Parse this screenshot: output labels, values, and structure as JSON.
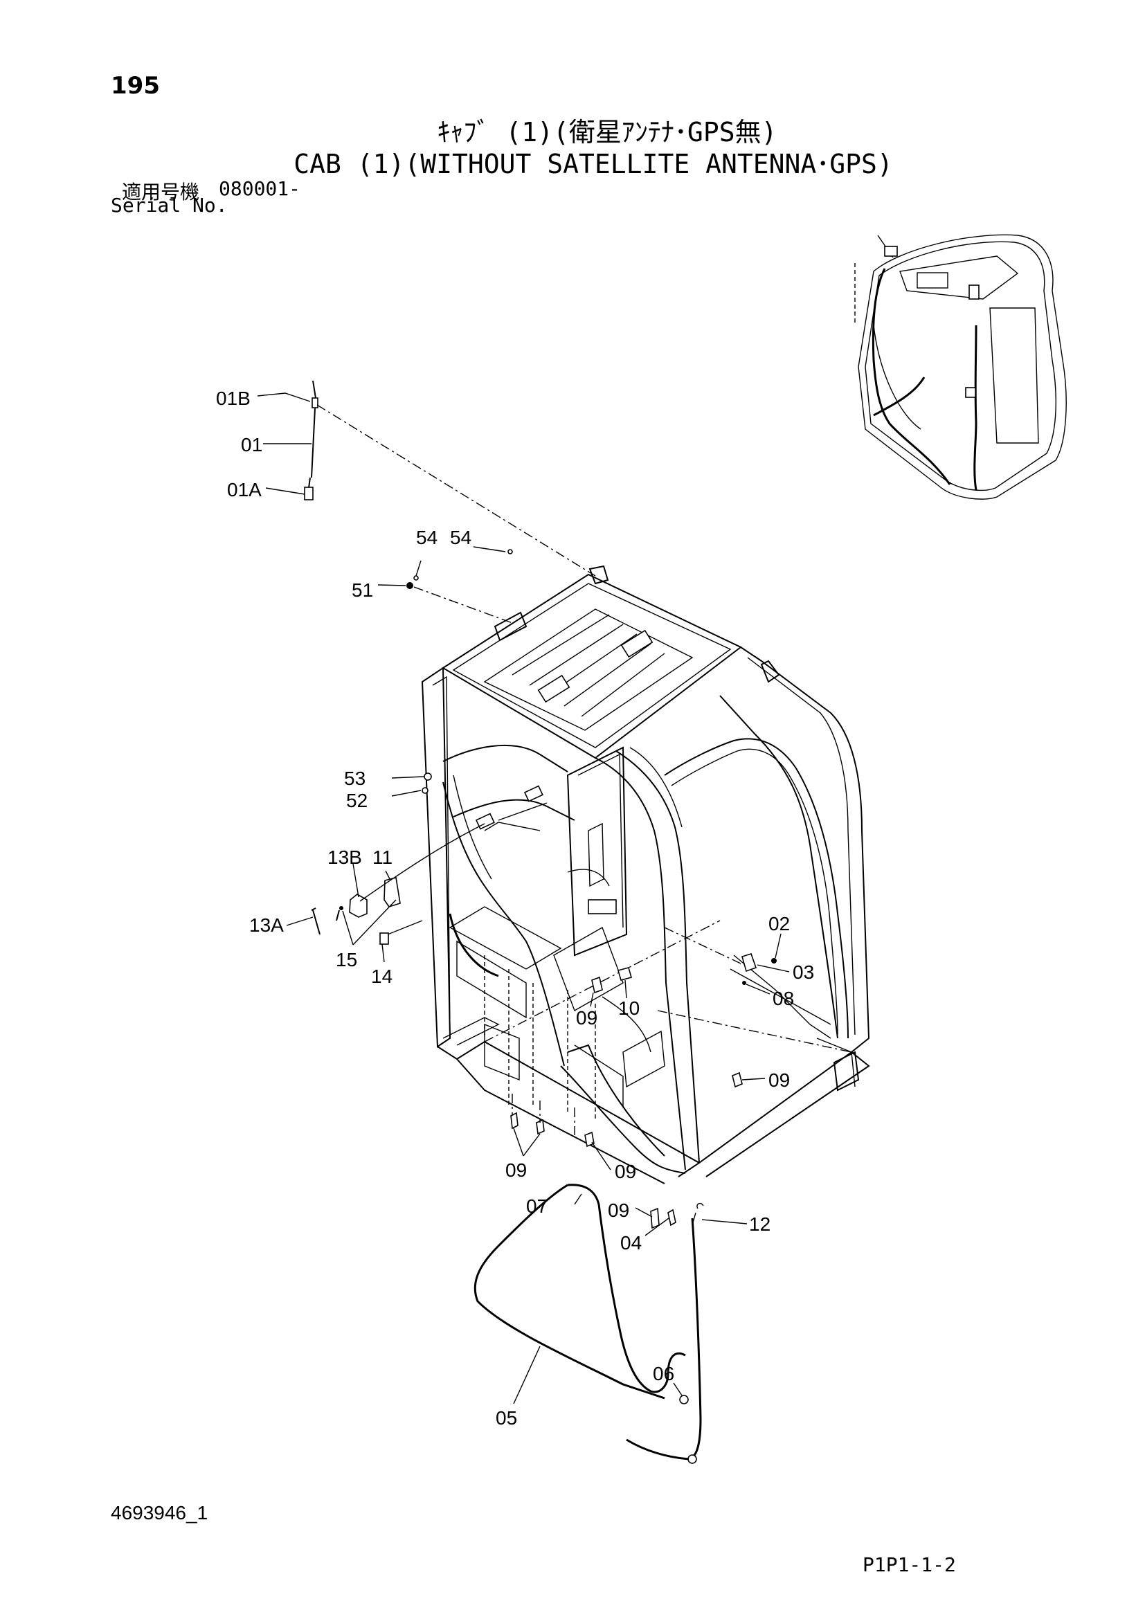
{
  "header": {
    "page_number": "195",
    "title_jp": "ｷｬﾌﾞ (1)(衛星ｱﾝﾃﾅ･GPS無)",
    "title_en": "CAB (1)(WITHOUT SATELLITE ANTENNA･GPS)",
    "serial_label_jp": "適用号機",
    "serial_value": "080001-",
    "serial_label_en": "Serial No."
  },
  "callouts": {
    "c01B": "01B",
    "c01": "01",
    "c01A": "01A",
    "c54a": "54",
    "c54b": "54",
    "c51": "51",
    "c53": "53",
    "c52": "52",
    "c13B": "13B",
    "c11": "11",
    "c13A": "13A",
    "c15": "15",
    "c14": "14",
    "c02": "02",
    "c03": "03",
    "c08": "08",
    "c09a": "09",
    "c10": "10",
    "c09b": "09",
    "c09c": "09",
    "c09d": "09",
    "c07": "07",
    "c09e": "09",
    "c04": "04",
    "c12": "12",
    "c06": "06",
    "c05": "05"
  },
  "footer": {
    "drawing_number": "4693946_1",
    "page_ref": "P1P1-1-2"
  }
}
